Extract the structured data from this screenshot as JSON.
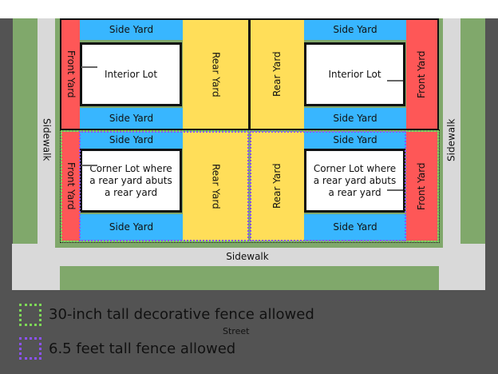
{
  "lots": {
    "top_left": {
      "front": "Front Yard",
      "side_top": "Side Yard",
      "side_bottom": "Side Yard",
      "house": "Interior Lot",
      "rear": "Rear Yard"
    },
    "top_right": {
      "front": "Front Yard",
      "side_top": "Side Yard",
      "side_bottom": "Side Yard",
      "house": "Interior Lot",
      "rear": "Rear Yard"
    },
    "bottom_left": {
      "front": "Front Yard",
      "side_top": "Side Yard",
      "side_bottom": "Side Yard",
      "house": "Corner Lot where a rear yard abuts a rear yard",
      "rear": "Rear Yard"
    },
    "bottom_right": {
      "front": "Front Yard",
      "side_top": "Side Yard",
      "side_bottom": "Side Yard",
      "house": "Corner Lot where a rear yard abuts a rear yard",
      "rear": "Rear Yard"
    }
  },
  "sidewalks": {
    "left": "Sidewalk",
    "right": "Sidewalk",
    "bottom": "Sidewalk"
  },
  "street": "Street",
  "legend": [
    {
      "label": "30-inch tall decorative fence allowed",
      "color": "#7ed957"
    },
    {
      "label": "6.5 feet tall fence allowed",
      "color": "#8c52ff"
    }
  ]
}
